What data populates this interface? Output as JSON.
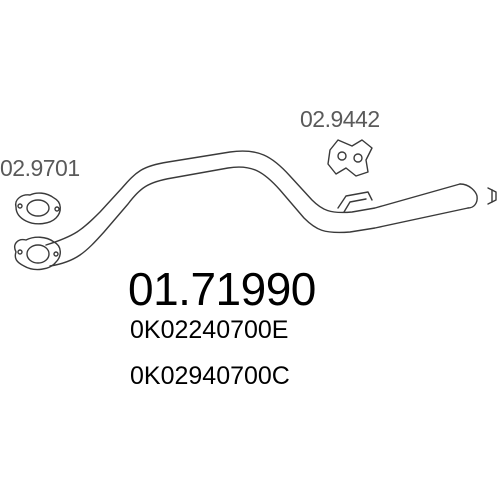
{
  "labels": {
    "flange_left": "02.9701",
    "hanger": "02.9442"
  },
  "part_number": "01.71990",
  "oem_numbers": [
    "0K02240700E",
    "0K02940700C"
  ],
  "colors": {
    "line": "#3a3a3a",
    "label_text": "#5a5a5a",
    "main_text": "#000000"
  }
}
